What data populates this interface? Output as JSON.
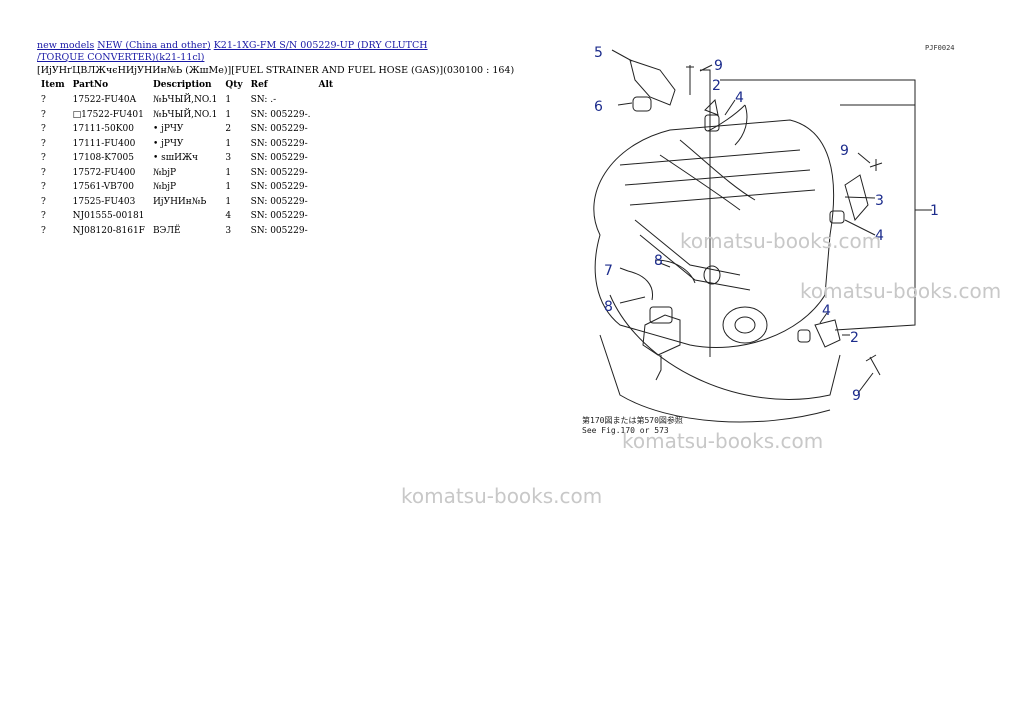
{
  "breadcrumb": {
    "link1": "new models",
    "link2": "NEW (China and other)",
    "link3": "K21-1XG-FM S/N 005229-UP (DRY CLUTCH /TORQUE CONVERTER)(k21-11cl)"
  },
  "heading": "[ИјУНґЦВЛЖчєНИјУНИн№Ь (ЖшМе)][FUEL STRAINER AND FUEL HOSE (GAS)](030100 : 164)",
  "table": {
    "headers": [
      "Item",
      "PartNo",
      "Description",
      "Qty",
      "Ref",
      "Alt"
    ],
    "rows": [
      {
        "item": "?",
        "part": "17522-FU40A",
        "desc": "№ЬЧЫЙ,NO.1",
        "qty": "1",
        "ref": "SN: .-"
      },
      {
        "item": "?",
        "part": "□17522-FU401",
        "desc": "№ЬЧЫЙ,NO.1",
        "qty": "1",
        "ref": "SN: 005229-."
      },
      {
        "item": "?",
        "part": "17111-50K00",
        "desc": "• јРЧУ",
        "qty": "2",
        "ref": "SN: 005229-"
      },
      {
        "item": "?",
        "part": "17111-FU400",
        "desc": "• јРЧУ",
        "qty": "1",
        "ref": "SN: 005229-"
      },
      {
        "item": "?",
        "part": "17108-K7005",
        "desc": "• ѕшИЖч",
        "qty": "3",
        "ref": "SN: 005229-"
      },
      {
        "item": "?",
        "part": "17572-FU400",
        "desc": "№bјР",
        "qty": "1",
        "ref": "SN: 005229-"
      },
      {
        "item": "?",
        "part": "17561-VB700",
        "desc": "№bјР",
        "qty": "1",
        "ref": "SN: 005229-"
      },
      {
        "item": "?",
        "part": "17525-FU403",
        "desc": "ИјУНИн№Ь",
        "qty": "1",
        "ref": "SN: 005229-"
      },
      {
        "item": "?",
        "part": "NJ01555-00181",
        "desc": "",
        "qty": "4",
        "ref": "SN: 005229-"
      },
      {
        "item": "?",
        "part": "NJ08120-8161F",
        "desc": "ВЭЛЁ",
        "qty": "3",
        "ref": "SN: 005229-"
      }
    ]
  },
  "watermark": "komatsu-books.com",
  "diagram": {
    "code": "PJF0024",
    "note_line1": "第170図または第570図参照",
    "note_line2": "See Fig.170 or 573",
    "callouts": [
      "5",
      "9",
      "2",
      "6",
      "4",
      "9",
      "3",
      "1",
      "4",
      "8",
      "7",
      "8",
      "4",
      "2",
      "9"
    ]
  },
  "colors": {
    "link": "#1a1aa6",
    "callout": "#1c2c8c",
    "watermark": "#c8c8c8"
  }
}
